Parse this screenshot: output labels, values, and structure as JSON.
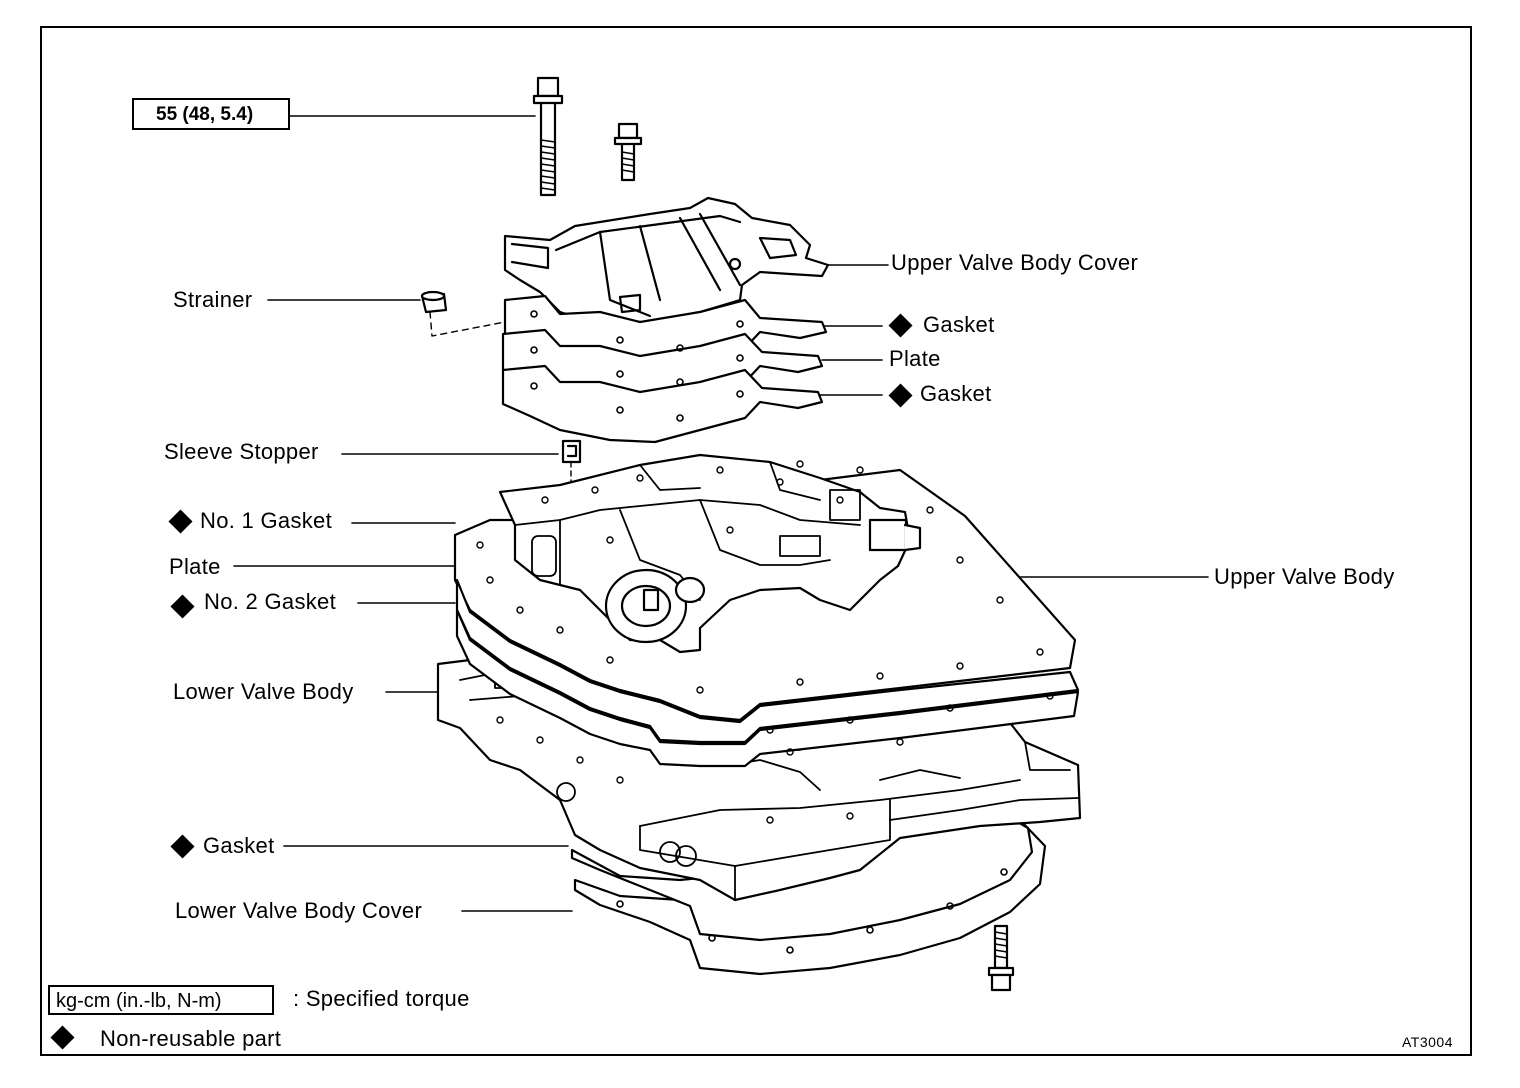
{
  "torque_callout": "55 (48, 5.4)",
  "labels": {
    "upper_valve_body_cover": "Upper Valve Body Cover",
    "strainer": "Strainer",
    "gasket_top": "Gasket",
    "plate_top": "Plate",
    "gasket_mid": "Gasket",
    "sleeve_stopper": "Sleeve Stopper",
    "no1_gasket": "No. 1 Gasket",
    "plate_lower": "Plate",
    "no2_gasket": "No. 2 Gasket",
    "upper_valve_body": "Upper Valve Body",
    "lower_valve_body": "Lower Valve Body",
    "gasket_bottom": "Gasket",
    "lower_valve_body_cover": "Lower Valve Body Cover"
  },
  "legend": {
    "torque_unit": "kg-cm (in.-lb, N-m)",
    "torque_desc": ":  Specified torque",
    "nonreusable_desc": "Non-reusable part"
  },
  "figure_id": "AT3004",
  "colors": {
    "ink": "#000000",
    "paper": "#ffffff"
  },
  "symbols": {
    "non_reusable": "diamond-icon"
  }
}
